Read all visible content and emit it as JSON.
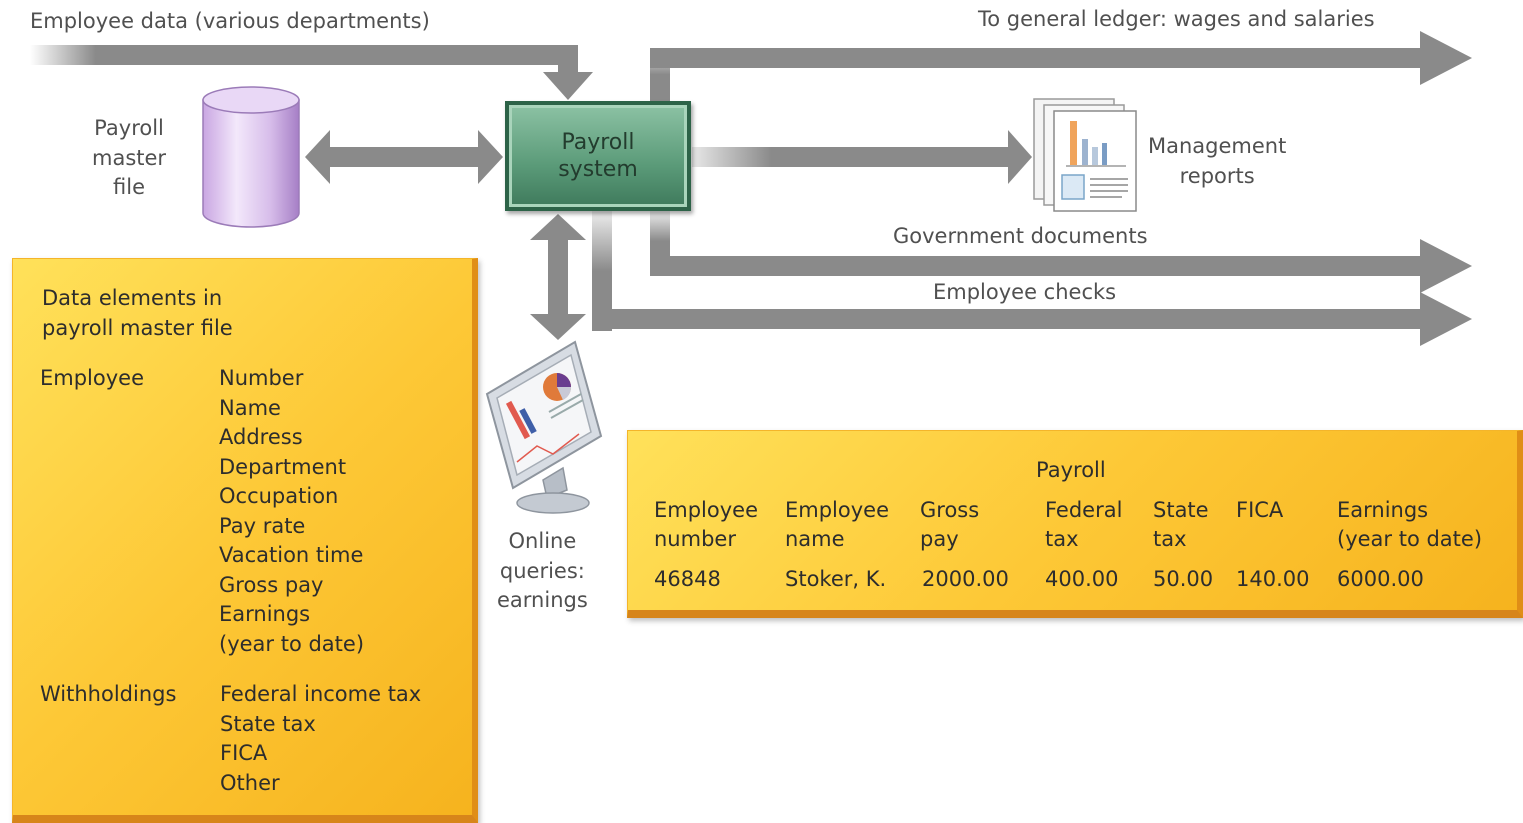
{
  "flows": {
    "employee_data": "Employee data (various departments)",
    "general_ledger": "To general ledger: wages and salaries",
    "government_documents": "Government documents",
    "employee_checks": "Employee checks",
    "management_reports": "Management\nreports",
    "online_queries": "Online\nqueries:\nearnings"
  },
  "master_file": {
    "label": "Payroll\nmaster\nfile"
  },
  "payroll_system": {
    "label": "Payroll\nsystem"
  },
  "data_elements": {
    "title": "Data elements in\npayroll master file",
    "employee_heading": "Employee",
    "employee_items": [
      "Number",
      "Name",
      "Address",
      "Department",
      "Occupation",
      "Pay rate",
      "Vacation time",
      "Gross pay",
      "Earnings",
      "(year to date)"
    ],
    "withholdings_heading": "Withholdings",
    "withholdings_items": [
      "Federal income tax",
      "State tax",
      "FICA",
      "Other"
    ]
  },
  "payroll_table": {
    "title": "Payroll",
    "headers": [
      "Employee\nnumber",
      "Employee\nname",
      "Gross\npay",
      "Federal\ntax",
      "State\ntax",
      "FICA",
      "Earnings\n(year to date)"
    ],
    "row": [
      "46848",
      "Stoker, K.",
      "2000.00",
      "400.00",
      "50.00",
      "140.00",
      "6000.00"
    ]
  },
  "colors": {
    "arrow": "#8a8a8a",
    "payroll_box": "#5a9a78",
    "cylinder": "#d9c0ec",
    "yellow_panel": "#fdc836"
  },
  "icons": [
    "database-cylinder-icon",
    "report-documents-icon",
    "computer-monitor-icon"
  ]
}
